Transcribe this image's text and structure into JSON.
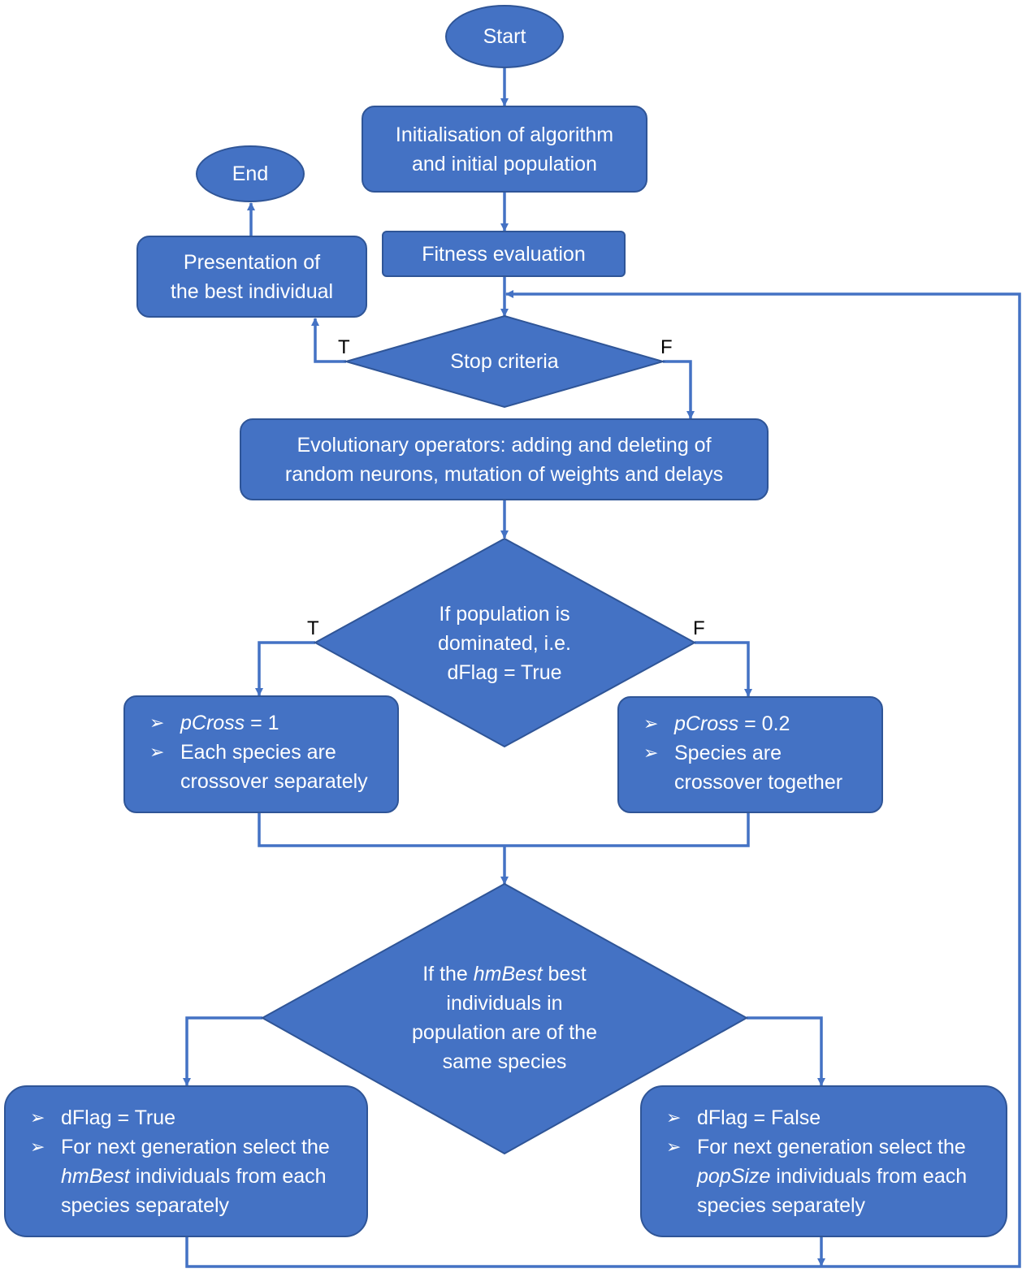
{
  "start": "Start",
  "end": "End",
  "init": [
    "Initialisation of algorithm",
    "and initial population"
  ],
  "fitness": "Fitness evaluation",
  "present": [
    "Presentation of",
    "the best individual"
  ],
  "stop": {
    "text": "Stop criteria",
    "t": "T",
    "f": "F"
  },
  "evol": [
    "Evolutionary operators: adding and deleting of",
    "random neurons, mutation of weights and delays"
  ],
  "dom": {
    "lines": [
      "If population is",
      "dominated, i.e.",
      "dFlag = True"
    ],
    "t": "T",
    "f": "F"
  },
  "left_box": {
    "b1_var": "pCross",
    "b1_rest": " = 1",
    "b2_l1": "Each species are",
    "b2_l2": "crossover separately"
  },
  "right_box": {
    "b1_var": "pCross",
    "b1_rest": " = 0.2",
    "b2_l1": "Species are",
    "b2_l2": "crossover together"
  },
  "hm": {
    "l1_pre": "If the ",
    "l1_var": "hmBest",
    "l1_post": " best",
    "l2": "individuals in",
    "l3": "population are of the",
    "l4": "same species"
  },
  "bl_box": {
    "b1": "dFlag = True",
    "b2_l1": "For next generation select the",
    "b2_var": "hmBest",
    "b2_rest": " individuals from each",
    "b2_l3": "species separately"
  },
  "br_box": {
    "b1": "dFlag = False",
    "b2_l1": "For next generation select the",
    "b2_var": "popSize",
    "b2_rest": " individuals from each",
    "b2_l3": "species separately"
  },
  "bullet_glyph": "➢",
  "colors": {
    "fill": "#4472c4",
    "stroke": "#2f5597",
    "connector": "#4472c4"
  }
}
